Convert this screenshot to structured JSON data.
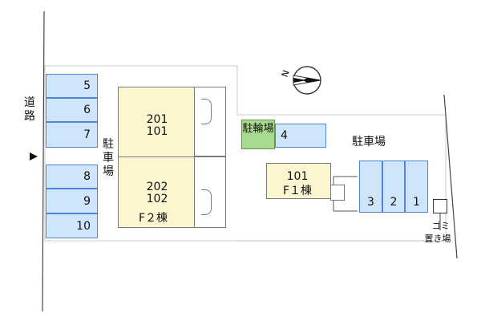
{
  "map": {
    "road_label": "道路",
    "parking_label_vertical": "駐車場",
    "parking_label_right": "駐車場",
    "bicycle_parking_label": "駐輪場",
    "garbage_label_line1": "ゴミ",
    "garbage_label_line2": "置き場",
    "left_spaces": [
      "5",
      "6",
      "7",
      "8",
      "9",
      "10"
    ],
    "space_4": "4",
    "right_spaces": [
      "3",
      "2",
      "1"
    ],
    "building_f2": {
      "upper_units": [
        "201",
        "101"
      ],
      "lower_units": [
        "202",
        "102"
      ],
      "name": "F２棟"
    },
    "building_f1": {
      "unit": "101",
      "name": "F１棟"
    },
    "colors": {
      "parking_fill": "#cfe5fb",
      "parking_border": "#4d86d8",
      "building_fill": "#fbf6cf",
      "bicycle_fill": "#a9d98f",
      "lot_fill": "#ffffff"
    },
    "icons": [
      "north-compass-icon",
      "entrance-arrow-icon"
    ]
  }
}
